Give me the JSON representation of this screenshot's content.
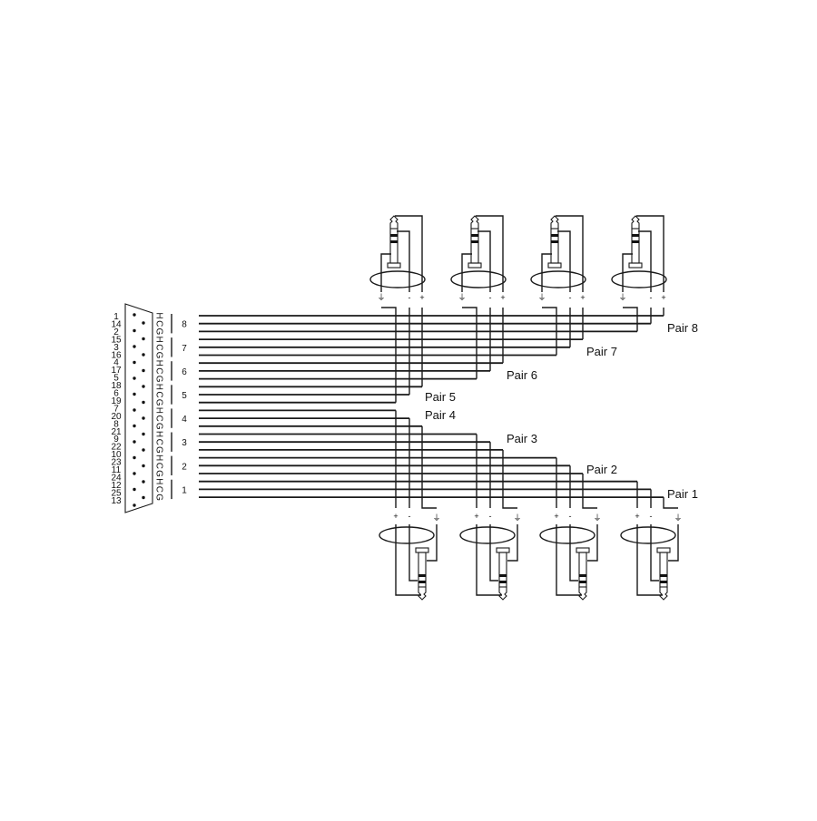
{
  "diagram": {
    "type": "wiring-diagram",
    "description": "DB25 to 8x balanced TRS jack breakout cable",
    "db25": {
      "pins_left_column": [
        "1",
        "14",
        "2",
        "15",
        "3",
        "16",
        "4",
        "17",
        "5",
        "18",
        "6",
        "19",
        "7",
        "20",
        "8",
        "21",
        "9",
        "22",
        "10",
        "23",
        "11",
        "24",
        "12",
        "25",
        "13"
      ],
      "signal_letters": [
        "H",
        "C",
        "G",
        "H",
        "C",
        "G",
        "H",
        "C",
        "G",
        "H",
        "C",
        "G",
        "H",
        "C",
        "G",
        "H",
        "C",
        "G",
        "H",
        "C",
        "G",
        "H",
        "C",
        "G"
      ],
      "pair_numbers": [
        "8",
        "7",
        "6",
        "5",
        "4",
        "3",
        "2",
        "1"
      ]
    },
    "pair_labels": {
      "p8": "Pair 8",
      "p7": "Pair 7",
      "p6": "Pair 6",
      "p5": "Pair 5",
      "p4": "Pair 4",
      "p3": "Pair 3",
      "p2": "Pair 2",
      "p1": "Pair 1"
    },
    "polarity": {
      "plus": "+",
      "minus": "-",
      "ground": "⏚"
    },
    "top_jacks": [
      "Pair 5",
      "Pair 6",
      "Pair 7",
      "Pair 8"
    ],
    "bottom_jacks": [
      "Pair 4",
      "Pair 3",
      "Pair 2",
      "Pair 1"
    ]
  }
}
